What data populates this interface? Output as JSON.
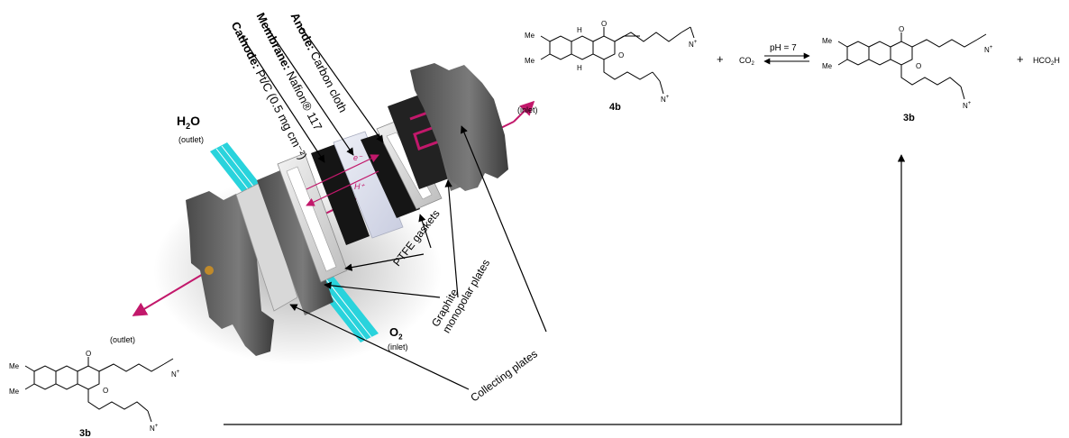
{
  "labels": {
    "h2o": "H",
    "h2o_sub": "2",
    "h2o_tail": "O",
    "h2o_note": "(outlet)",
    "o2": "O",
    "o2_sub": "2",
    "o2_note": "(inlet)",
    "inlet_right": "(inlet)",
    "outlet_left": "(outlet)",
    "ptfe": "PTFE gaskets",
    "graphite": "Graphite",
    "graphite2": "monopolar plates",
    "collecting": "Collecting plates",
    "anode_key": "Anode:",
    "anode_val": "Carbon cloth",
    "membrane_key": "Membrane:",
    "membrane_val": "Nafion® 117",
    "cathode_key": "Cathode:",
    "cathode_val": "Pt/C (0.5 mg cm⁻²)",
    "electron": "e⁻",
    "proton": "H⁺"
  },
  "reaction": {
    "plus1": "+",
    "co2": "CO",
    "co2_sub": "2",
    "ph": "pH = 7",
    "plus2": "+",
    "hco2h": "HCO",
    "hco2h_sub": "2",
    "hco2h_tail": "H",
    "reactant_id": "4b",
    "product_id": "3b",
    "bottom_id": "3b"
  },
  "chem": {
    "me": "Me",
    "h": "H",
    "o": "O",
    "n": "N",
    "nplus": "N",
    "plus": "+"
  },
  "colors": {
    "magenta": "#c2186b",
    "cyan": "#29d3dc",
    "plate_dark": "#555555",
    "plate_mid": "#888888"
  }
}
